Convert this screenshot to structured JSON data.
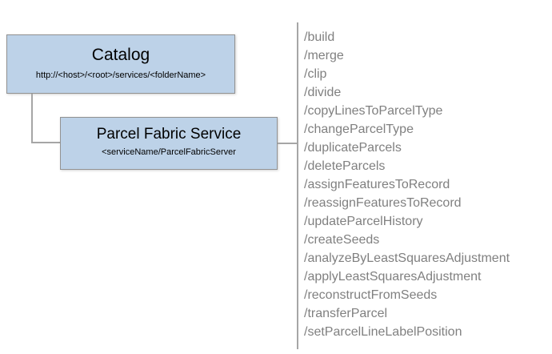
{
  "catalog": {
    "title": "Catalog",
    "subtitle": "http://<host>/<root>/services/<folderName>"
  },
  "service": {
    "title": "Parcel Fabric Service",
    "subtitle": "<serviceName/ParcelFabricServer"
  },
  "operations": [
    "/build",
    "/merge",
    "/clip",
    "/divide",
    "/copyLinesToParcelType",
    "/changeParcelType",
    "/duplicateParcels",
    "/deleteParcels",
    "/assignFeaturesToRecord",
    "/reassignFeaturesToRecord",
    "/updateParcelHistory",
    "/createSeeds",
    "/analyzeByLeastSquaresAdjustment",
    "/applyLeastSquaresAdjustment",
    "/reconstructFromSeeds",
    "/transferParcel",
    "/setParcelLineLabelPosition"
  ],
  "colors": {
    "box_fill": "#bdd2e8",
    "box_border": "#929292",
    "connector_line": "#a6a6a6",
    "operation_text": "#808080"
  }
}
